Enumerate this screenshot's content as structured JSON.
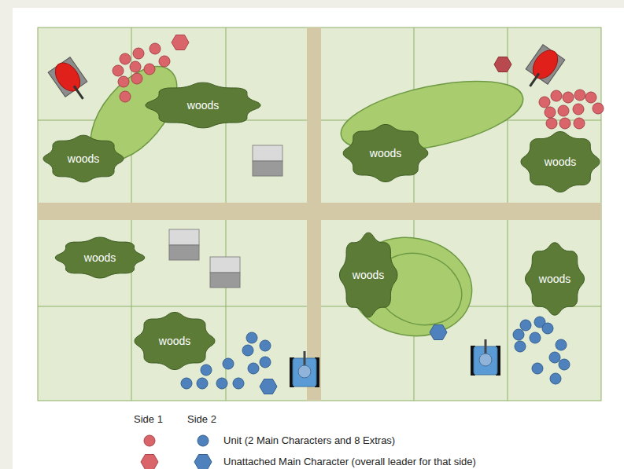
{
  "diagram": {
    "nodes": [
      {
        "text": [
          "woods"
        ]
      },
      {
        "text": [
          "woods"
        ]
      },
      {
        "text": [
          "woods"
        ]
      },
      {
        "text": [
          "woods"
        ]
      },
      {
        "text": [
          "woods"
        ]
      },
      {
        "text": [
          "woods"
        ]
      },
      {
        "text": [
          "woods"
        ]
      },
      {
        "text": [
          "woods"
        ]
      }
    ],
    "labels": [
      "Side 1",
      "Side 2"
    ],
    "legend": [
      {
        "text": "Unit (2 Main Characters and 8 Extras)"
      },
      {
        "text": "Unattached Main Character (overall leader for that side)"
      }
    ]
  }
}
